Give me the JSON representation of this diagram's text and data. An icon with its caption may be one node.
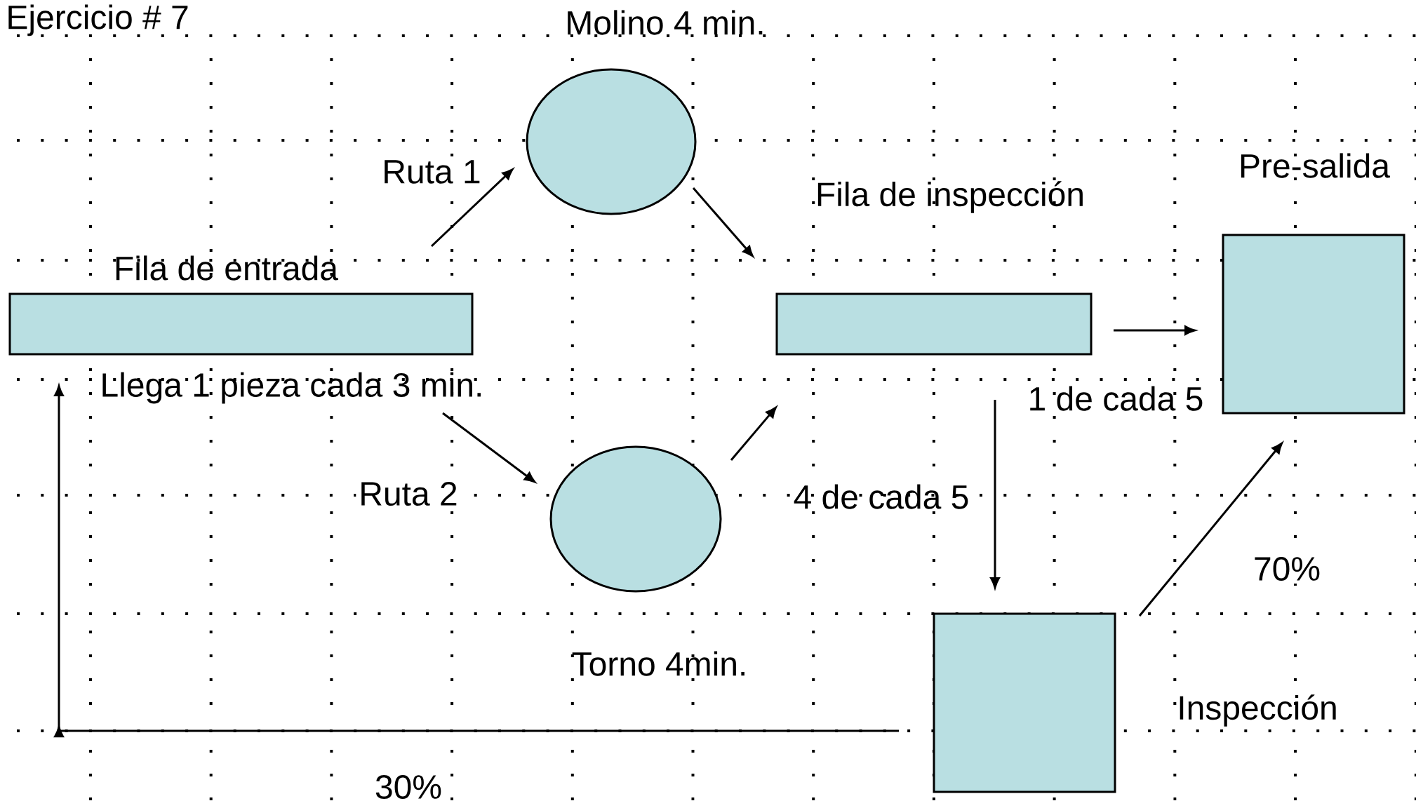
{
  "diagram": {
    "title": "Ejercicio # 7",
    "nodes": [
      {
        "text": [
          "Fila de entrada"
        ],
        "beside": [
          "Llega 1 pieza cada 3 min."
        ]
      },
      {
        "text": [
          "Molino 4 min."
        ]
      },
      {
        "text": [
          "Torno 4min."
        ]
      },
      {
        "text": [
          "Fila de inspección"
        ]
      },
      {
        "text": [
          "Pre-salida"
        ]
      },
      {
        "text": [
          "Inspección"
        ]
      }
    ],
    "edges": [
      {
        "from": 0,
        "to": 1,
        "arrow": "to",
        "label": "Ruta 1"
      },
      {
        "from": 1,
        "to": 3,
        "arrow": "to"
      },
      {
        "from": 0,
        "to": 2,
        "arrow": "to",
        "label": "Ruta 2"
      },
      {
        "from": 2,
        "to": 3,
        "arrow": "to"
      },
      {
        "from": 3,
        "to": 4,
        "arrow": "to"
      },
      {
        "from": 3,
        "to": 5,
        "arrow": "to"
      },
      {
        "from": 5,
        "to": 4,
        "arrow": "to",
        "label": "70%"
      },
      {
        "from": 5,
        "to": 0,
        "arrow": "to",
        "label": "30%"
      }
    ],
    "labels": [
      "1 de cada 5",
      "4 de cada 5"
    ]
  }
}
